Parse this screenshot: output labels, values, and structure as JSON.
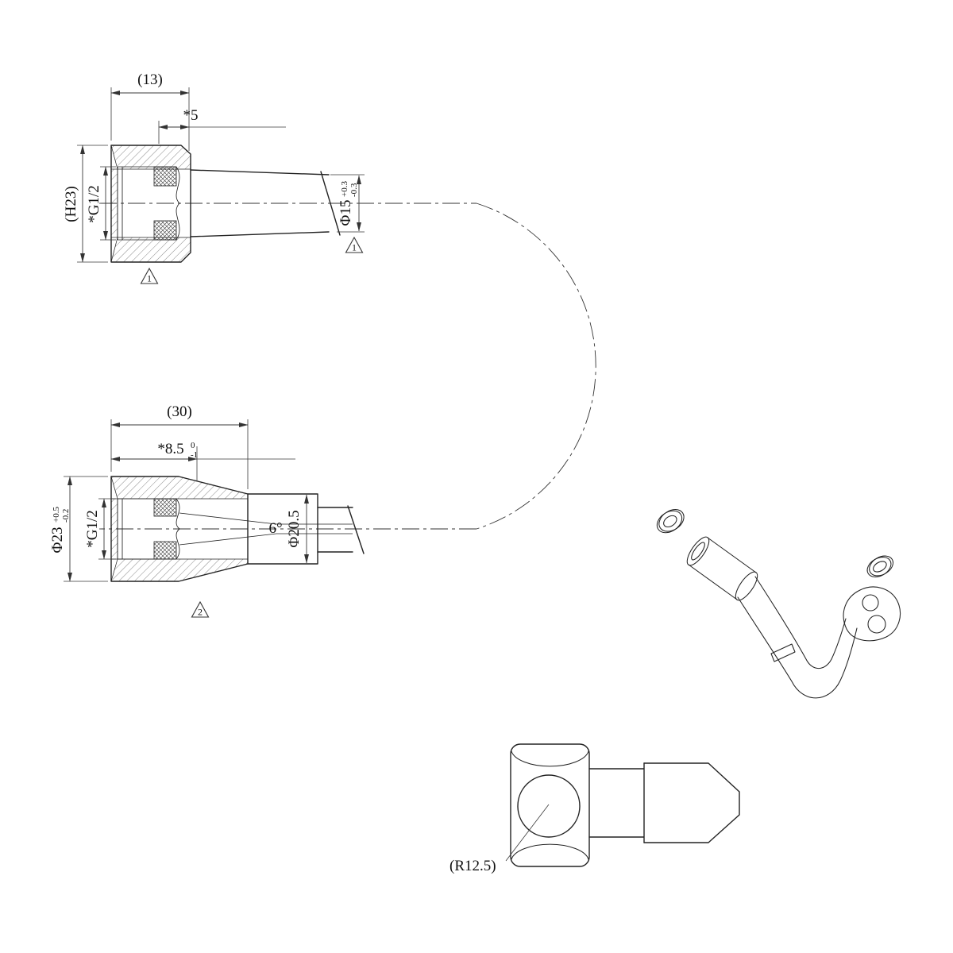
{
  "meta": {
    "background": "#ffffff",
    "line_color": "#222222",
    "dim_color": "#3a3a3a"
  },
  "views": {
    "top_fitting": {
      "dims": {
        "overall_len": "(13)",
        "thread_len": "*5",
        "height": "(H23)",
        "thread_spec": "*G1/2",
        "tube_dia": "Φ15",
        "tube_dia_tol_up": "+0.3",
        "tube_dia_tol_dn": "-0.3"
      },
      "marks": {
        "tri_nut": "1",
        "tri_tube": "1"
      }
    },
    "mid_fitting": {
      "dims": {
        "overall_len": "(30)",
        "thread_depth": "*8.5",
        "thread_depth_tol_up": "0",
        "thread_depth_tol_dn": "-1",
        "outer_dia": "Φ23",
        "outer_dia_tol_up": "+0.5",
        "outer_dia_tol_dn": "-0.2",
        "thread_spec": "*G1/2",
        "taper_angle": "6°",
        "body_dia": "Φ20.5"
      },
      "marks": {
        "tri_nut": "2"
      }
    },
    "elbow": {
      "dims": {
        "corner_radius": "(R12.5)"
      }
    }
  }
}
